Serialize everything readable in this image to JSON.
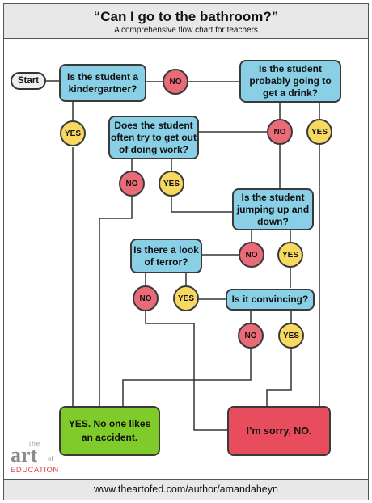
{
  "header": {
    "title": "“Can I go to the bathroom?”",
    "subtitle": "A comprehensive flow chart for teachers"
  },
  "footer": {
    "url": "www.theartofed.com/author/amandaheyn"
  },
  "logo": {
    "the": "the",
    "art": "art",
    "of": "of",
    "education": "EDUCATION"
  },
  "colors": {
    "question_box": "#89cfe6",
    "no_circle": "#ea6b78",
    "yes_circle": "#f7d860",
    "yes_outcome": "#7ecb2a",
    "no_outcome": "#e74d5c"
  },
  "flow": {
    "start": "Start",
    "q_kindergartner": "Is the student a\nkindergartner?",
    "q_drink": "Is the student\nprobably going to\nget a drink?",
    "q_work": "Does the student\noften try to get out\nof doing work?",
    "q_jumping": "Is the student\njumping up and\ndown?",
    "q_terror": "Is there a look\nof terror?",
    "q_convincing": "Is it convincing?",
    "no": "NO",
    "yes": "YES",
    "outcome_yes": "YES. No one likes\nan accident.",
    "outcome_no": "I’m sorry, NO."
  }
}
